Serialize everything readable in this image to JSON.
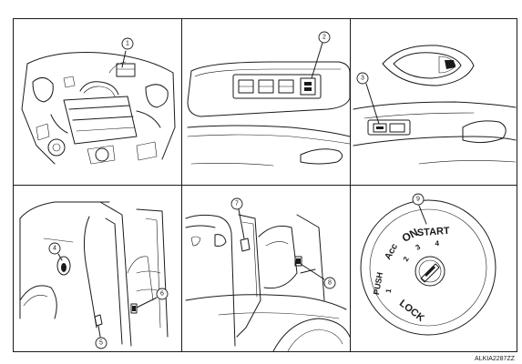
{
  "callouts": {
    "c1": "1",
    "c2": "2",
    "c3": "3",
    "c4": "4",
    "c5": "5",
    "c6": "6",
    "c7": "7",
    "c8": "8",
    "c9": "9"
  },
  "ignition": {
    "start": "START",
    "on": "ON",
    "acc": "Acc",
    "lock": "LOCK",
    "push": "PUSH",
    "pos1": "1",
    "pos2": "2",
    "pos3": "3",
    "pos4": "4"
  },
  "reference_code": "ALKIA2287ZZ"
}
